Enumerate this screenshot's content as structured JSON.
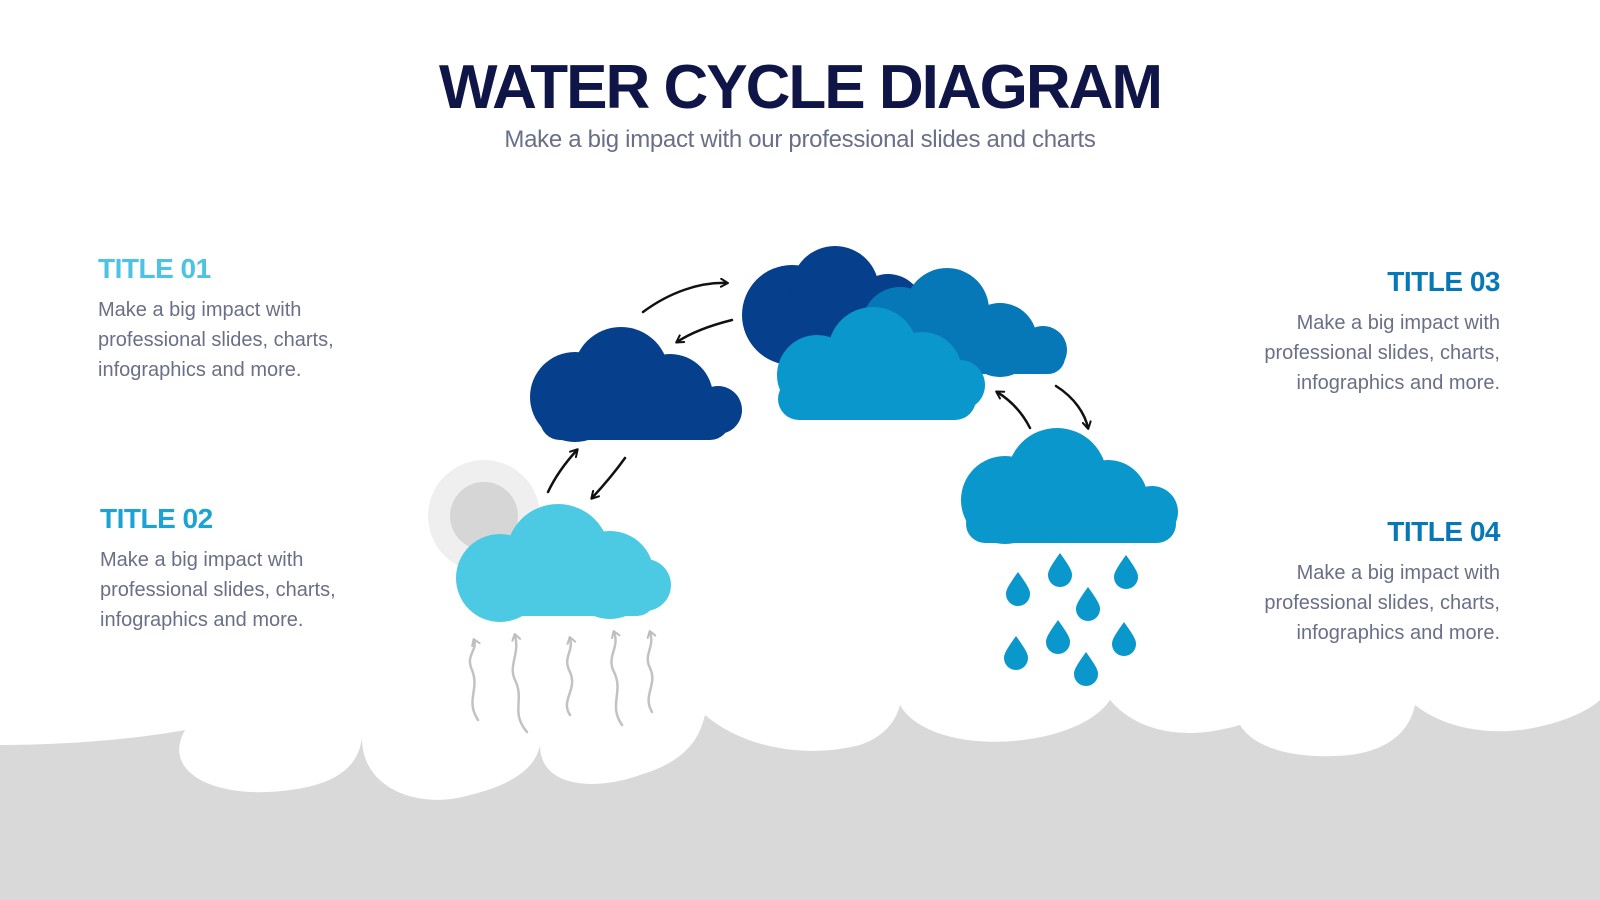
{
  "header": {
    "title": "WATER CYCLE DIAGRAM",
    "subtitle": "Make a big impact with our professional slides and charts"
  },
  "blocks": [
    {
      "title": "TITLE 01",
      "text": "Make a big impact with professional slides, charts, infographics and more."
    },
    {
      "title": "TITLE 02",
      "text": "Make a big impact with professional slides, charts, infographics and more."
    },
    {
      "title": "TITLE 03",
      "text": "Make a big impact with professional slides, charts, infographics and more."
    },
    {
      "title": "TITLE 04",
      "text": "Make a big impact with professional slides, charts, infographics and more."
    }
  ],
  "colors": {
    "navy": "#0f1647",
    "dark_blue": "#063f8c",
    "mid_blue": "#0678b8",
    "blue": "#0a97cc",
    "light_blue": "#4cc9e3",
    "gray": "#d9d9d9"
  },
  "icons": [
    "sun-icon",
    "evaporation-icon",
    "cloud-icon",
    "raindrop-icon",
    "cycle-arrow-icon"
  ]
}
